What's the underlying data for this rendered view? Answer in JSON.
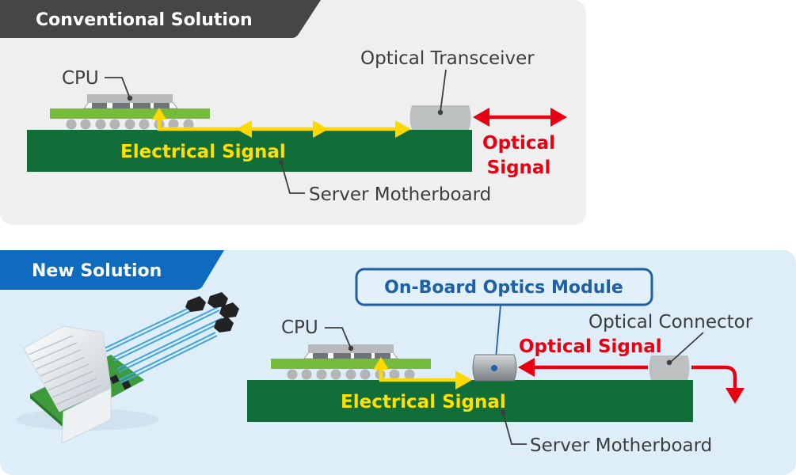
{
  "colors": {
    "conventional_panel_bg": "#efefef",
    "conventional_tab_bg": "#474645",
    "new_panel_bg": "#ddeef9",
    "new_tab_bg": "#0f6bbf",
    "motherboard": "#116e38",
    "package_substrate": "#76bc3a",
    "electrical_signal": "#ffd800",
    "optical_signal": "#e60012",
    "label_text": "#3d3d3d",
    "callout_border": "#1d5fa8"
  },
  "conventional": {
    "title": "Conventional Solution",
    "labels": {
      "cpu": "CPU",
      "optical_transceiver": "Optical Transceiver",
      "electrical_signal": "Electrical Signal",
      "optical_signal_line1": "Optical",
      "optical_signal_line2": "Signal",
      "server_motherboard": "Server Motherboard"
    }
  },
  "new_solution": {
    "title": "New Solution",
    "product_image": "on-board-optics-module-with-heatsink-and-fiber-connectors",
    "labels": {
      "on_board_optics_module": "On-Board Optics Module",
      "cpu": "CPU",
      "optical_connector": "Optical Connector",
      "optical_signal": "Optical Signal",
      "electrical_signal": "Electrical Signal",
      "server_motherboard": "Server Motherboard"
    }
  }
}
